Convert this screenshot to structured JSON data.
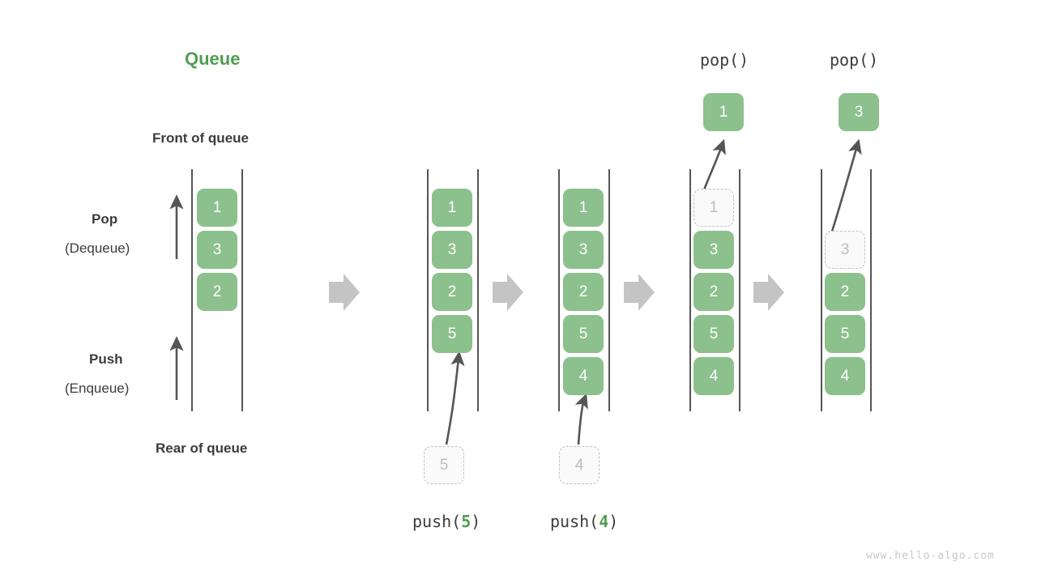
{
  "title": "Queue",
  "accent_color": "#4f9e51",
  "box_color": "#8cc08c",
  "ghost_color": "#bdbdbd",
  "arrow_color": "#555555",
  "chevron_color": "#c4c4c4",
  "labels": {
    "front_of_queue": "Front of queue",
    "rear_of_queue": "Rear of queue",
    "pop": "Pop",
    "dequeue": "(Dequeue)",
    "push": "Push",
    "enqueue": "(Enqueue)"
  },
  "ops": {
    "push5_prefix": "push(",
    "push5_arg": "5",
    "push5_suffix": ")",
    "push4_prefix": "push(",
    "push4_arg": "4",
    "push4_suffix": ")",
    "pop_a": "pop()",
    "pop_b": "pop()"
  },
  "panels": [
    {
      "name": "initial-queue",
      "items": [
        "1",
        "3",
        "2"
      ],
      "ghost_in": null,
      "popped": null
    },
    {
      "name": "after-push-5",
      "items": [
        "1",
        "3",
        "2",
        "5"
      ],
      "ghost_in": "5",
      "popped": null
    },
    {
      "name": "after-push-4",
      "items": [
        "1",
        "3",
        "2",
        "5",
        "4"
      ],
      "ghost_in": "4",
      "popped": null
    },
    {
      "name": "after-pop-1",
      "items": [
        "1",
        "3",
        "2",
        "5",
        "4"
      ],
      "ghost_index": 0,
      "ghost_in": null,
      "popped": "1"
    },
    {
      "name": "after-pop-3",
      "items": [
        "",
        "3",
        "2",
        "5",
        "4"
      ],
      "ghost_index": 1,
      "ghost_in": null,
      "popped": "3"
    }
  ],
  "watermark": "www.hello-algo.com"
}
